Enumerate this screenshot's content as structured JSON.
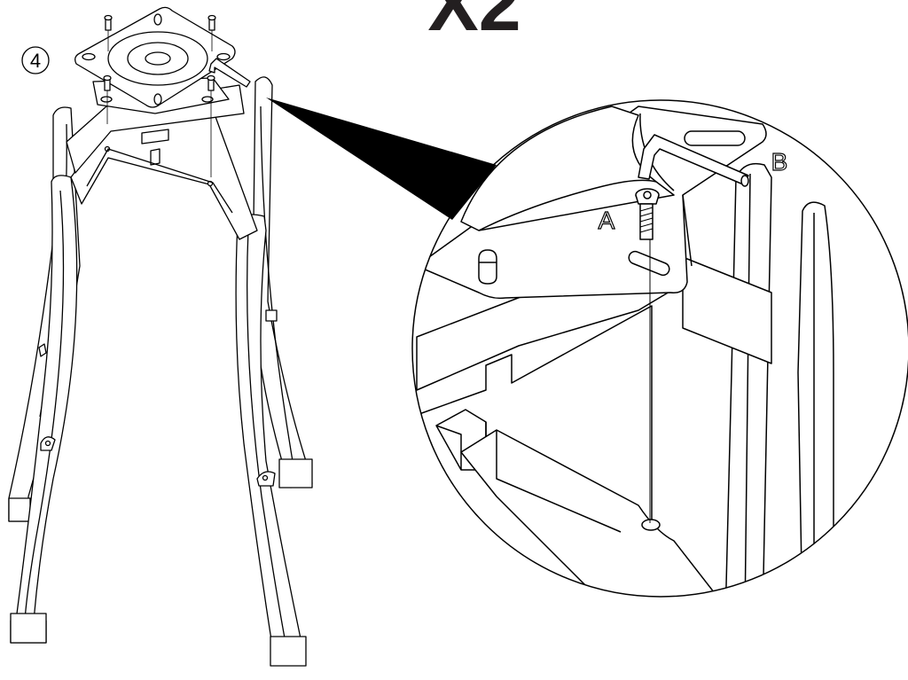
{
  "step_number": "4",
  "quantity_label": "X2",
  "label_a": "A",
  "label_b": "B",
  "colors": {
    "ink": "#000000",
    "paper": "#ffffff",
    "quantity_text": "#231f20"
  }
}
